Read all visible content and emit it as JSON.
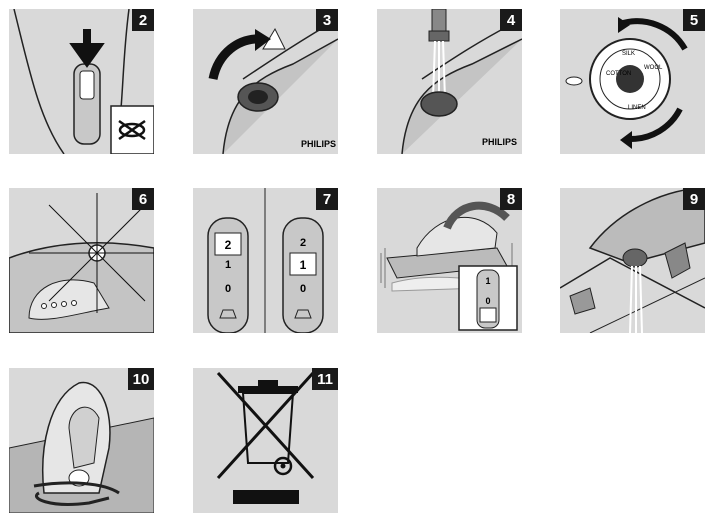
{
  "steps": [
    {
      "number": "2"
    },
    {
      "number": "3",
      "brand": "PHILIPS"
    },
    {
      "number": "4",
      "brand": "PHILIPS"
    },
    {
      "number": "5",
      "dial_labels": [
        "COTTON",
        "LINEN",
        "WOOL",
        "SILK"
      ]
    },
    {
      "number": "6"
    },
    {
      "number": "7",
      "left_gauge": [
        "2",
        "1",
        "0"
      ],
      "right_gauge": [
        "2",
        "1",
        "0"
      ]
    },
    {
      "number": "8",
      "gauge": [
        "1",
        "0"
      ]
    },
    {
      "number": "9"
    },
    {
      "number": "10"
    },
    {
      "number": "11"
    }
  ],
  "colors": {
    "panel": "#d9d9d9",
    "badge": "#1a1a1a",
    "line": "#222222"
  }
}
